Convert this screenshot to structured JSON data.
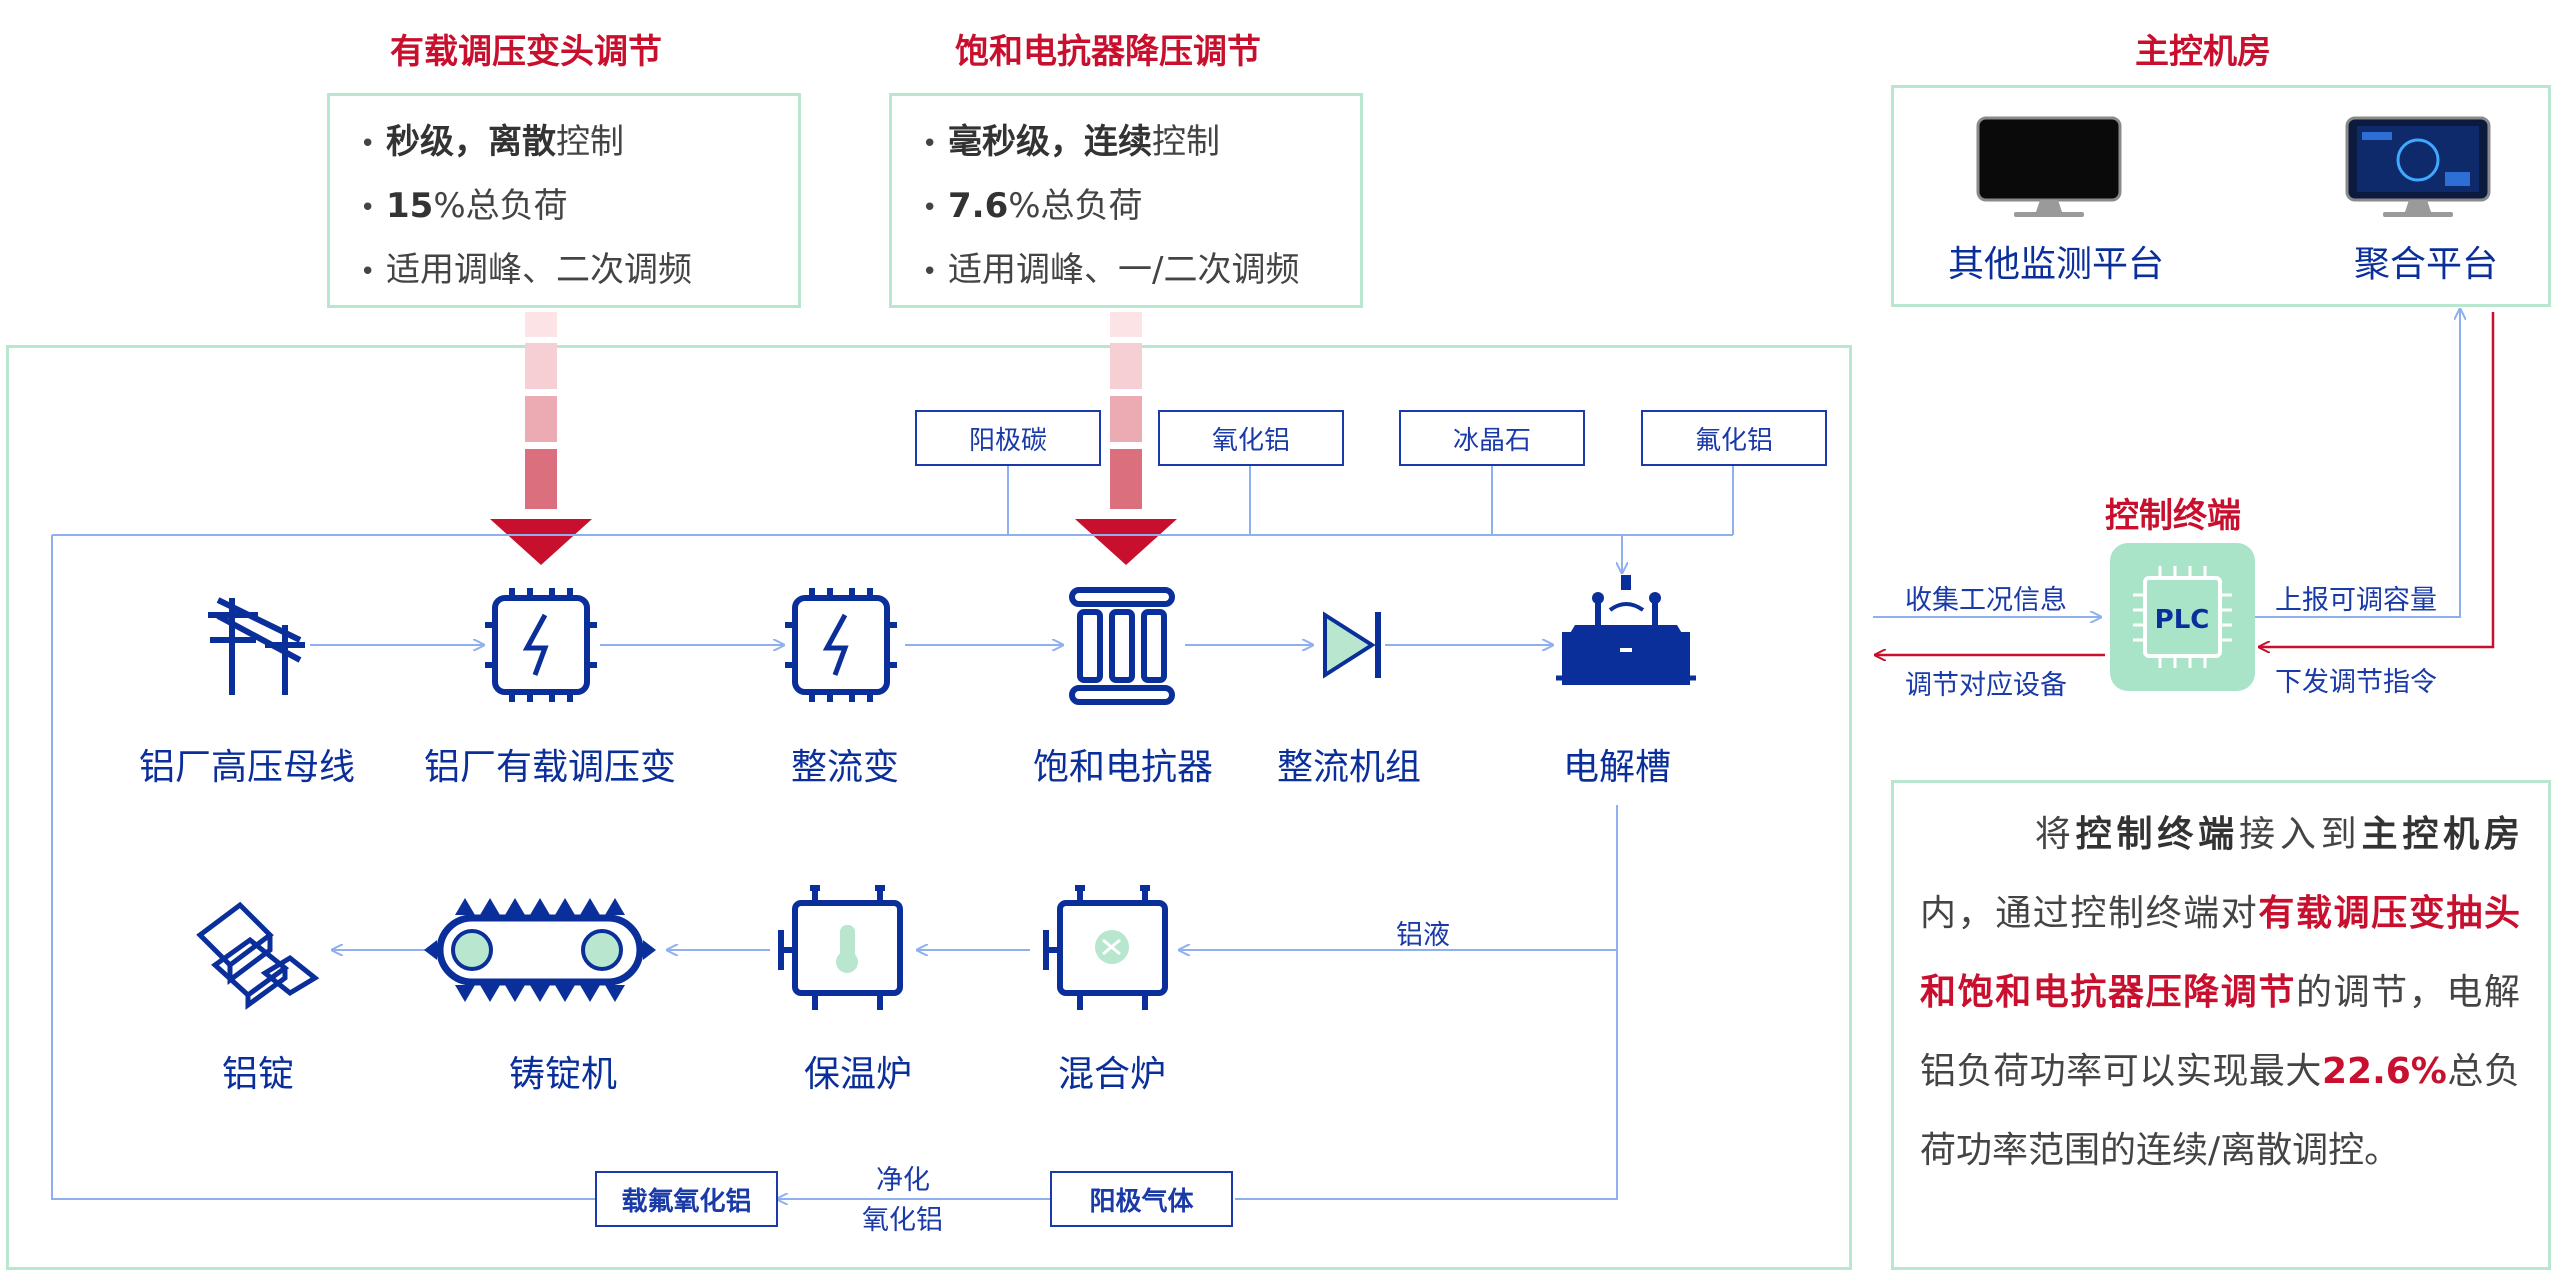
{
  "left_title": "有载调压变头调节",
  "left_bullets": [
    {
      "bold": "秒级，离散",
      "rest": "控制"
    },
    {
      "bold": "15",
      "rest": "%总负荷"
    },
    {
      "bold": "",
      "rest": "适用调峰、二次调频"
    }
  ],
  "mid_title": "饱和电抗器降压调节",
  "mid_bullets": [
    {
      "bold": "毫秒级，连续",
      "rest": "控制"
    },
    {
      "bold": "7.6",
      "rest": "%总负荷"
    },
    {
      "bold": "",
      "rest": "适用调峰、一/二次调频"
    }
  ],
  "room_title": "主控机房",
  "platform_other": "其他监测平台",
  "platform_agg": "聚合平台",
  "materials": [
    "阳极碳",
    "氧化铝",
    "冰晶石",
    "氟化铝"
  ],
  "row1": [
    "铝厂高压母线",
    "铝厂有载调压变",
    "整流变",
    "饱和电抗器",
    "整流机组",
    "电解槽"
  ],
  "row2": [
    "铝锭",
    "铸锭机",
    "保温炉",
    "混合炉"
  ],
  "aluminum_liquid": "铝液",
  "bottom": {
    "left_box": "载氟氧化铝",
    "right_box": "阳极气体",
    "mid_line1": "净化",
    "mid_line2": "氧化铝"
  },
  "controller": {
    "title": "控制终端",
    "chip": "PLC",
    "collect": "收集工况信息",
    "adjust": "调节对应设备",
    "report": "上报可调容量",
    "issue": "下发调节指令"
  },
  "panel": {
    "p1": "将",
    "p2": "控制终端",
    "p3": "接入到",
    "p4": "主控机房",
    "p5": "内，通过控制终端对",
    "p6": "有载调压变抽头和饱和电抗器压降调节",
    "p7": "的调节，电解铝负荷功率可以实现最大",
    "p8": "22.6%",
    "p9": "总负荷功率范围的连续/离散调控。"
  },
  "colors": {
    "red": "#c8102e",
    "blue": "#0b2f9a",
    "green_border": "#b8e6cf",
    "line": "#8fb0ee"
  }
}
